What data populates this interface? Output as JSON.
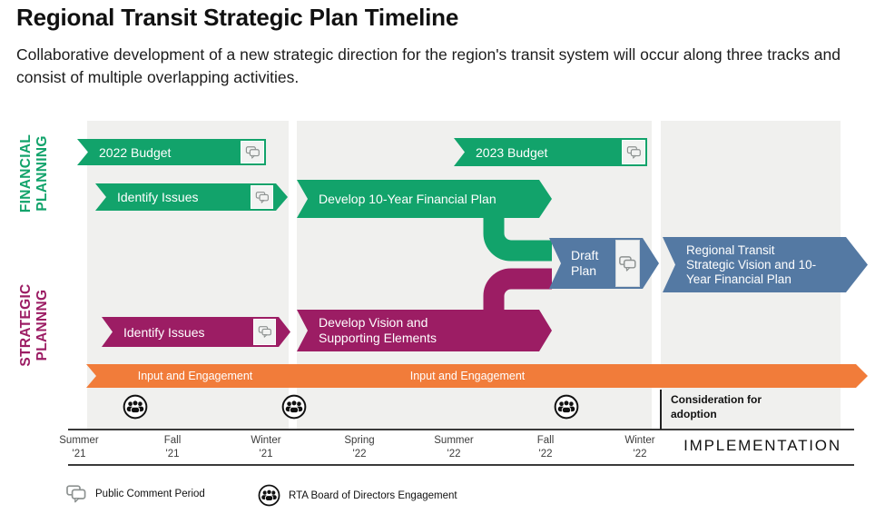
{
  "header": {
    "title": "Regional Transit Strategic Plan Timeline",
    "subtitle": "Collaborative development of a new strategic direction for the region's transit system will occur along three tracks and consist of multiple overlapping activities."
  },
  "tracks": {
    "financial": "FINANCIAL PLANNING",
    "strategic": "STRATEGIC PLANNNG"
  },
  "bars": {
    "budget_2022": "2022 Budget",
    "identify_issues_financial": "Identify Issues",
    "develop_financial_plan": "Develop 10-Year Financial Plan",
    "budget_2023": "2023 Budget",
    "draft_plan": "Draft Plan",
    "regional_vision": "Regional Transit Strategic Vision and 10-Year Financial Plan",
    "identify_issues_strategic": "Identify Issues",
    "develop_vision": "Develop Vision and Supporting Elements",
    "input_engagement_1": "Input and Engagement",
    "input_engagement_2": "Input and Engagement"
  },
  "annotations": {
    "consideration": "Consideration for adoption",
    "implementation": "IMPLEMENTATION"
  },
  "axis": {
    "labels": [
      {
        "season": "Summer",
        "year": "'21"
      },
      {
        "season": "Fall",
        "year": "'21"
      },
      {
        "season": "Winter",
        "year": "'21"
      },
      {
        "season": "Spring",
        "year": "'22"
      },
      {
        "season": "Summer",
        "year": "'22"
      },
      {
        "season": "Fall",
        "year": "'22"
      },
      {
        "season": "Winter",
        "year": "'22"
      }
    ]
  },
  "legend": {
    "public_comment": "Public Comment Period",
    "board_engagement": "RTA Board of Directors Engagement",
    "public_comment_icon": "speech-bubbles-icon",
    "board_engagement_icon": "people-group-icon"
  },
  "colors": {
    "green": "#12a36b",
    "magenta": "#9c1d64",
    "orange": "#f17c3a",
    "blue": "#5479a3",
    "panel_gray": "#f0f0ee",
    "icon_gray": "#8d9291"
  }
}
